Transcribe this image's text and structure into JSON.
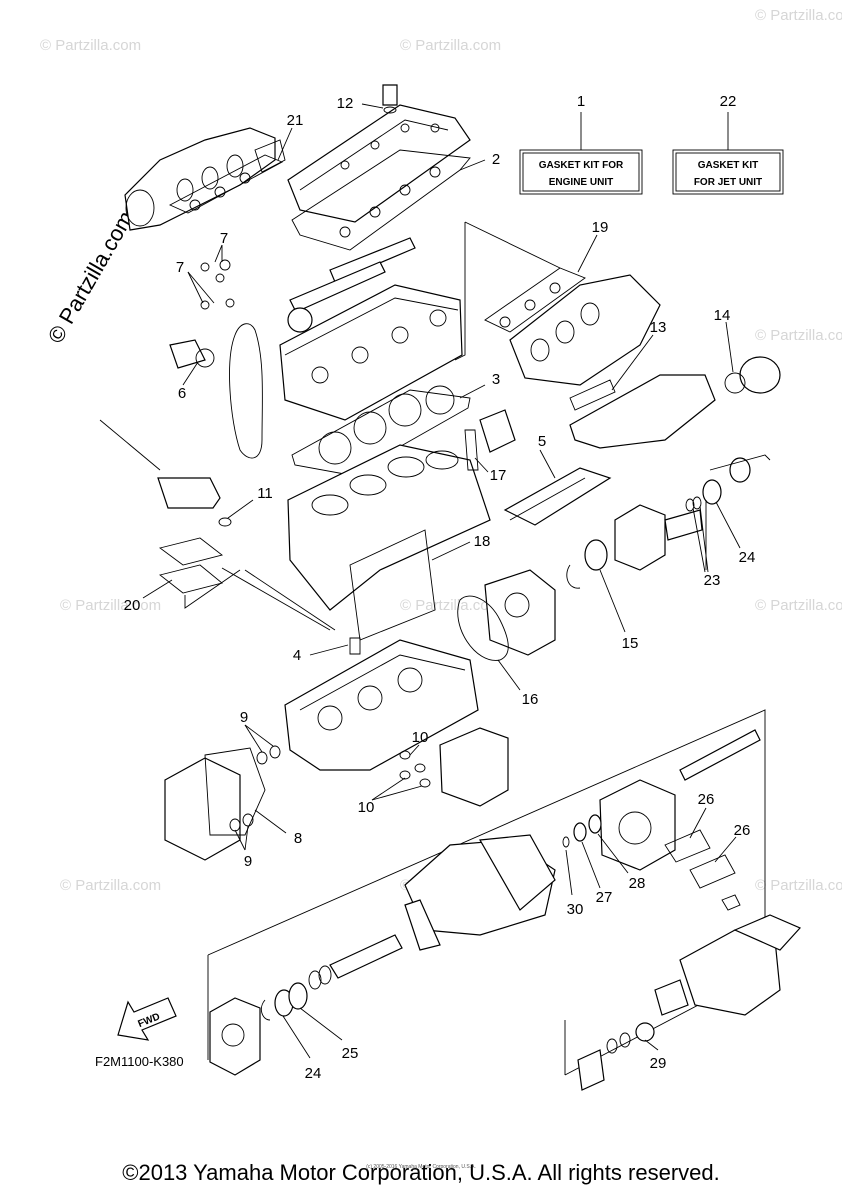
{
  "diagram_code": "F2M1100-K380",
  "fwd_label": "FWD",
  "copyright": "©2013 Yamaha Motor Corporation, U.S.A. All rights reserved.",
  "small_credit": "(c) 2005-2016 Yamaha Motor Corporation, U.S.A.",
  "watermark_main": "© Partzilla.com",
  "watermark": "© Partzilla.com",
  "kits": [
    {
      "number": "1",
      "line1": "GASKET KIT FOR",
      "line2": "ENGINE UNIT"
    },
    {
      "number": "22",
      "line1": "GASKET KIT",
      "line2": "FOR JET UNIT"
    }
  ],
  "callouts": {
    "c2": "2",
    "c3": "3",
    "c4": "4",
    "c5": "5",
    "c6": "6",
    "c7a": "7",
    "c7b": "7",
    "c8": "8",
    "c9a": "9",
    "c9b": "9",
    "c10a": "10",
    "c10b": "10",
    "c11": "11",
    "c12": "12",
    "c13": "13",
    "c14": "14",
    "c15": "15",
    "c16": "16",
    "c17": "17",
    "c18": "18",
    "c19": "19",
    "c20": "20",
    "c21": "21",
    "c23": "23",
    "c24a": "24",
    "c24b": "24",
    "c25": "25",
    "c26a": "26",
    "c26b": "26",
    "c27": "27",
    "c28": "28",
    "c29": "29",
    "c30": "30"
  }
}
